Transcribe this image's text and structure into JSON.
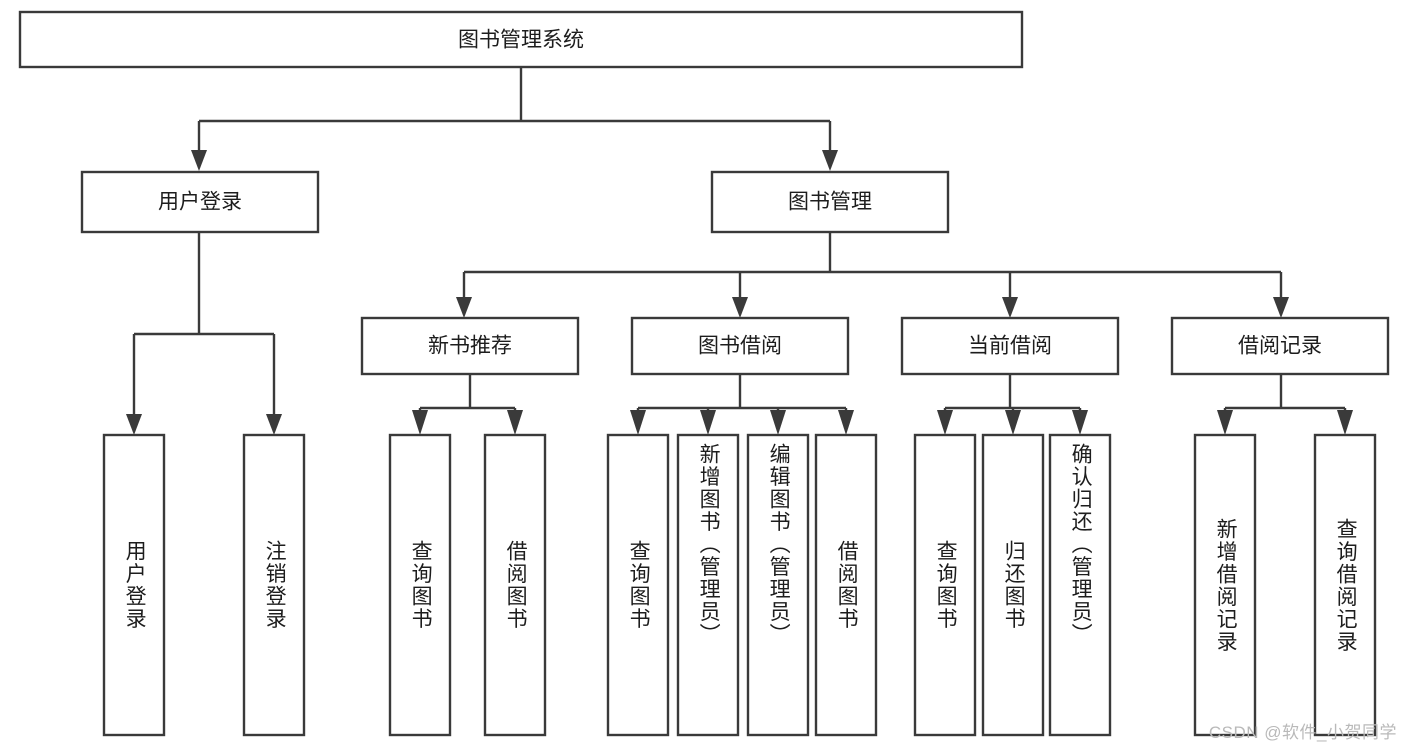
{
  "diagram": {
    "title": "图书管理系统",
    "type": "tree",
    "orientation": "top-down",
    "colors": {
      "box_fill": "#ffffff",
      "box_stroke": "#3a3a3a",
      "text": "#1d1d1d",
      "background": "#ffffff",
      "watermark": "#b9b9b9"
    },
    "levels": {
      "root": "图书管理系统",
      "level2": [
        "用户登录",
        "图书管理"
      ],
      "level3": [
        "新书推荐",
        "图书借阅",
        "当前借阅",
        "借阅记录"
      ],
      "level4": [
        "用户登录",
        "注销登录",
        "查询图书",
        "借阅图书",
        "查询图书",
        "新增图书（管理员）",
        "编辑图书（管理员）",
        "借阅图书",
        "查询图书",
        "归还图书",
        "确认归还（管理员）",
        "新增借阅记录",
        "查询借阅记录"
      ]
    }
  },
  "nodes": {
    "root": {
      "label": "图书管理系统"
    },
    "user_login": {
      "label": "用户登录"
    },
    "book_manage": {
      "label": "图书管理"
    },
    "new_book_rec": {
      "label": "新书推荐"
    },
    "book_borrow": {
      "label": "图书借阅"
    },
    "current_borrow": {
      "label": "当前借阅"
    },
    "borrow_record": {
      "label": "借阅记录"
    },
    "leaf_user_login": {
      "label": "用户登录"
    },
    "leaf_logout": {
      "label": "注销登录"
    },
    "leaf_query_book_1": {
      "label": "查询图书"
    },
    "leaf_borrow_book_1": {
      "label": "借阅图书"
    },
    "leaf_query_book_2": {
      "label": "查询图书"
    },
    "leaf_add_book": {
      "label": "新增图书（管理员）"
    },
    "leaf_edit_book": {
      "label": "编辑图书（管理员）"
    },
    "leaf_borrow_book_2": {
      "label": "借阅图书"
    },
    "leaf_query_book_3": {
      "label": "查询图书"
    },
    "leaf_return_book": {
      "label": "归还图书"
    },
    "leaf_confirm_return": {
      "label": "确认归还（管理员）"
    },
    "leaf_add_record": {
      "label": "新增借阅记录"
    },
    "leaf_query_record": {
      "label": "查询借阅记录"
    }
  },
  "watermark": {
    "text": "CSDN @软件_小贺同学"
  }
}
